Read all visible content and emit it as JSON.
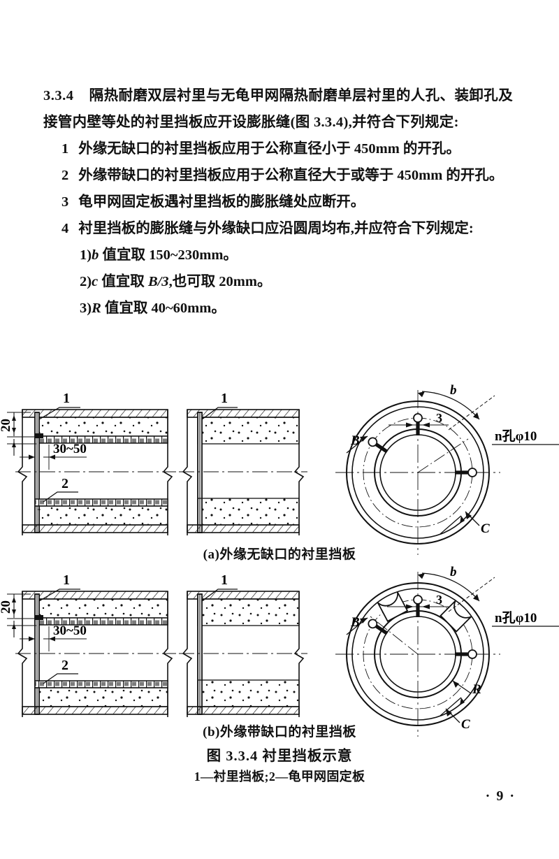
{
  "document": {
    "page_number": "· 9 ·"
  },
  "clause": {
    "number": "3.3.4",
    "body": "隔热耐磨双层衬里与无龟甲网隔热耐磨单层衬里的人孔、装卸孔及接管内壁等处的衬里挡板应开设膨胀缝(图 3.3.4),并符合下列规定:"
  },
  "items": [
    {
      "marker": "1",
      "text": "外缘无缺口的衬里挡板应用于公称直径小于 450mm 的开孔。"
    },
    {
      "marker": "2",
      "text": "外缘带缺口的衬里挡板应用于公称直径大于或等于 450mm 的开孔。"
    },
    {
      "marker": "3",
      "text": "龟甲网固定板遇衬里挡板的膨胀缝处应断开。"
    },
    {
      "marker": "4",
      "text": "衬里挡板的膨胀缝与外缘缺口应沿圆周均布,并应符合下列规定:"
    }
  ],
  "subitems": [
    {
      "marker": "1)",
      "symbol": "b",
      "text_before": " 值宜取 ",
      "value": "150~230mm",
      "text_after": "。"
    },
    {
      "marker": "2)",
      "symbol": "c",
      "text_before": " 值宜取 ",
      "value": "B/3",
      "text_after": ",也可取 20mm。"
    },
    {
      "marker": "3)",
      "symbol": "R",
      "text_before": " 值宜取 ",
      "value": "40~60mm",
      "text_after": "。"
    }
  ],
  "figure": {
    "caption_a": "(a)外缘无缺口的衬里挡板",
    "caption_b": "(b)外缘带缺口的衬里挡板",
    "caption_main": "图 3.3.4   衬里挡板示意",
    "caption_legend": "1—衬里挡板;2—龟甲网固定板",
    "labels": {
      "dim_20": "20",
      "dim_30_50": "30~50",
      "callout_1": "1",
      "callout_2": "2",
      "arc_b": "b",
      "dim_3": "3",
      "arc_B": "B",
      "arc_C": "C",
      "radius_R": "R",
      "holes": "n孔φ10"
    }
  },
  "colors": {
    "ink": "#111111",
    "paper": "#ffffff"
  }
}
